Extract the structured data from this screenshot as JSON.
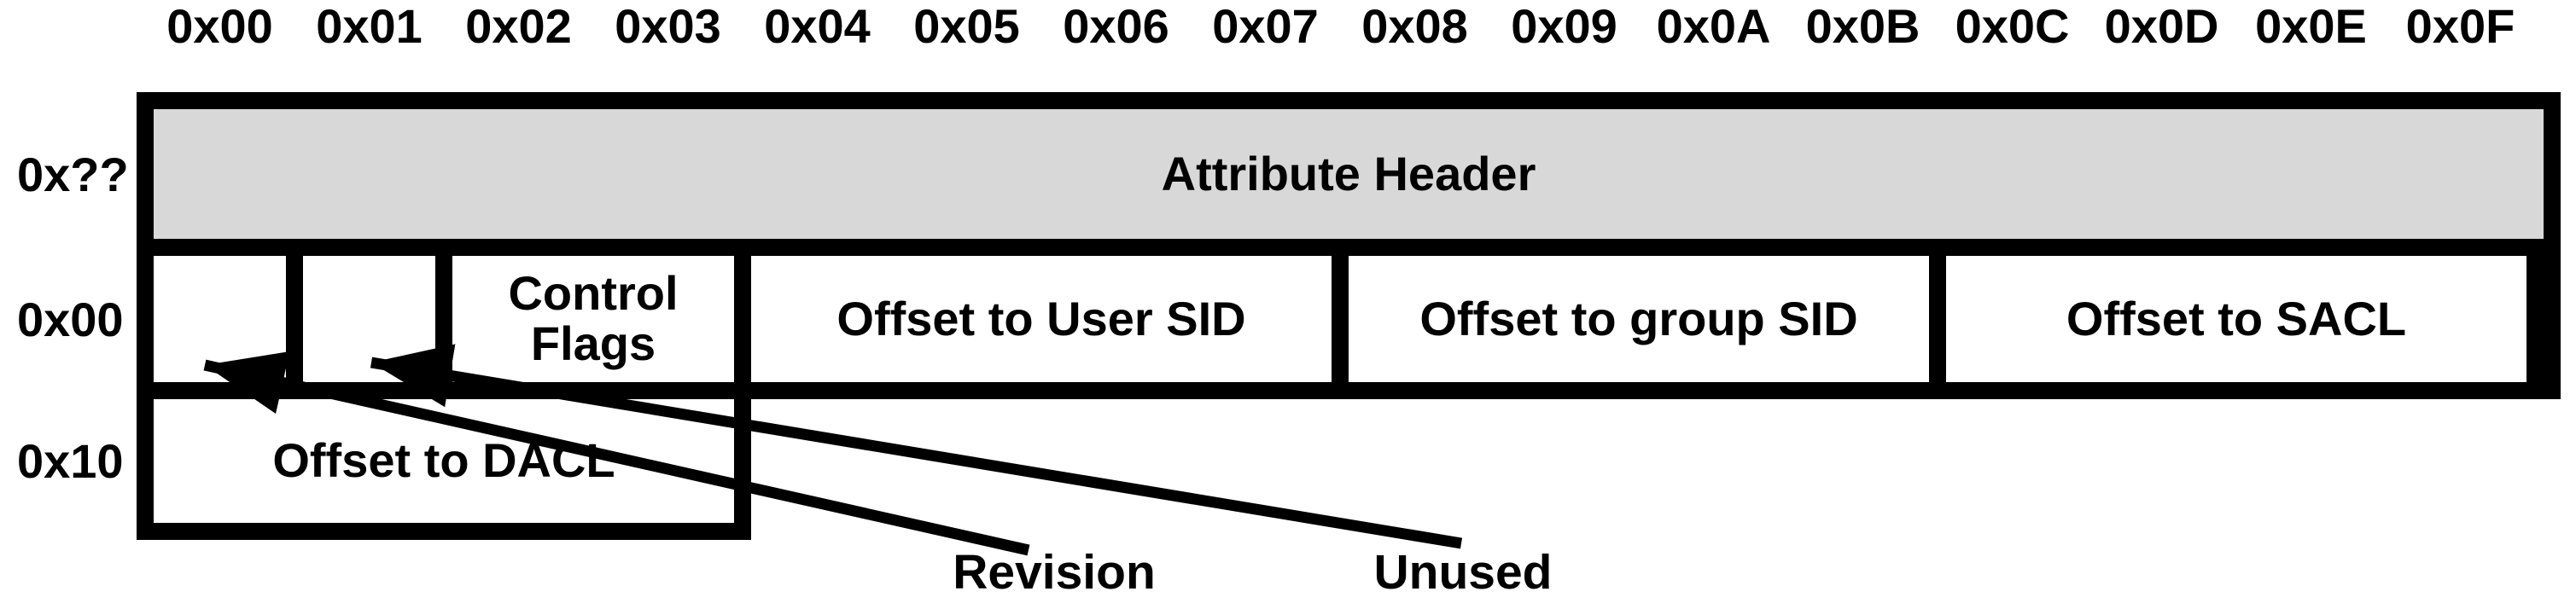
{
  "column_headers": [
    "0x00",
    "0x01",
    "0x02",
    "0x03",
    "0x04",
    "0x05",
    "0x06",
    "0x07",
    "0x08",
    "0x09",
    "0x0A",
    "0x0B",
    "0x0C",
    "0x0D",
    "0x0E",
    "0x0F"
  ],
  "row_labels": [
    "0x??",
    "0x00",
    "0x10"
  ],
  "cells": {
    "attribute_header": {
      "label": "Attribute Header",
      "row": "0x??",
      "col_start": "0x00",
      "col_span": 16
    },
    "byte_00": {
      "label": "",
      "row": "0x00",
      "col_start": "0x00",
      "col_span": 1
    },
    "byte_01": {
      "label": "",
      "row": "0x00",
      "col_start": "0x01",
      "col_span": 1
    },
    "control_flags": {
      "label": "Control Flags",
      "row": "0x00",
      "col_start": "0x02",
      "col_span": 2
    },
    "offset_user_sid": {
      "label": "Offset to User SID",
      "row": "0x00",
      "col_start": "0x04",
      "col_span": 4
    },
    "offset_group_sid": {
      "label": "Offset to group SID",
      "row": "0x00",
      "col_start": "0x08",
      "col_span": 4
    },
    "offset_sacl": {
      "label": "Offset to SACL",
      "row": "0x00",
      "col_start": "0x0C",
      "col_span": 4
    },
    "offset_dacl": {
      "label": "Offset to DACL",
      "row": "0x10",
      "col_start": "0x00",
      "col_span": 4
    }
  },
  "annotations": [
    {
      "label": "Revision",
      "points_to_row": "0x00",
      "points_to_column": "0x00"
    },
    {
      "label": "Unused",
      "points_to_row": "0x00",
      "points_to_column": "0x01"
    }
  ],
  "colors": {
    "attribute_header_fill": "#d8d8d8",
    "border": "#000000",
    "background": "#ffffff",
    "text": "#000000"
  }
}
